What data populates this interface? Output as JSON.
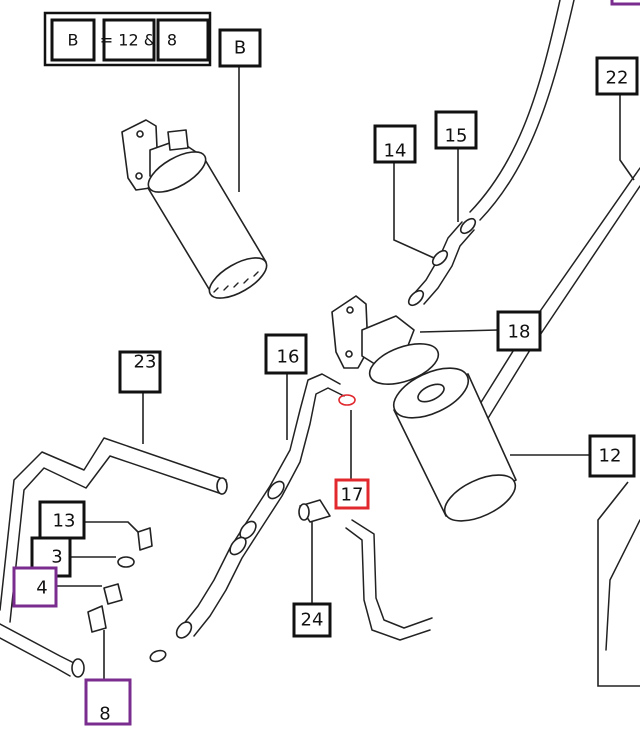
{
  "legend": {
    "cells": [
      "B",
      "= 12 &",
      "8"
    ]
  },
  "callouts": [
    {
      "id": "B",
      "label": "B"
    },
    {
      "id": "22",
      "label": "22"
    },
    {
      "id": "14",
      "label": "14"
    },
    {
      "id": "15",
      "label": "15"
    },
    {
      "id": "18",
      "label": "18"
    },
    {
      "id": "16",
      "label": "16"
    },
    {
      "id": "23",
      "label": "23"
    },
    {
      "id": "17",
      "label": "17"
    },
    {
      "id": "12",
      "label": "12"
    },
    {
      "id": "13",
      "label": "13"
    },
    {
      "id": "3",
      "label": "3"
    },
    {
      "id": "4",
      "label": "4"
    },
    {
      "id": "24",
      "label": "24"
    },
    {
      "id": "8",
      "label": "8"
    }
  ],
  "colors": {
    "line": "#222222",
    "box_default": "#111111",
    "box_highlight_purple": "#7a2d8f",
    "box_highlight_red": "#e0282e"
  }
}
